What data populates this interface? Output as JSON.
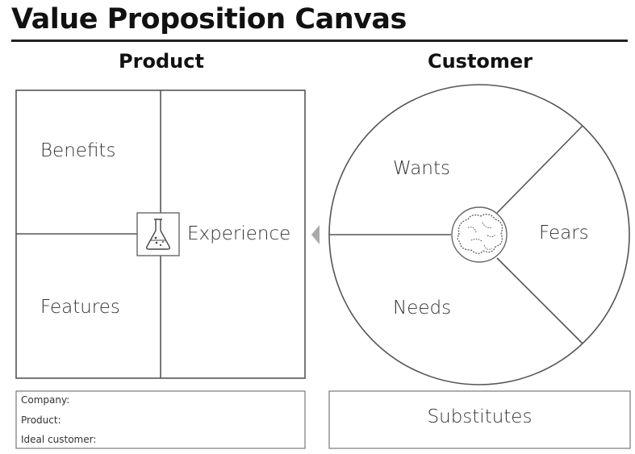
{
  "title": "Value Proposition Canvas",
  "product": {
    "heading": "Product",
    "quadrants": {
      "benefits": "Benefits",
      "features": "Features",
      "experience": "Experience"
    },
    "center_icon": "flask-icon",
    "info_fields": {
      "company": "Company:",
      "product": "Product:",
      "ideal_customer": "Ideal customer:"
    }
  },
  "customer": {
    "heading": "Customer",
    "segments": {
      "wants": "Wants",
      "needs": "Needs",
      "fears": "Fears"
    },
    "center_icon": "brain-icon",
    "substitutes": "Substitutes"
  },
  "connector_icon": "triangle-left-icon",
  "colors": {
    "line": "#555555",
    "text": "#333333",
    "title": "#111111",
    "arrow": "#a9a9a9"
  }
}
